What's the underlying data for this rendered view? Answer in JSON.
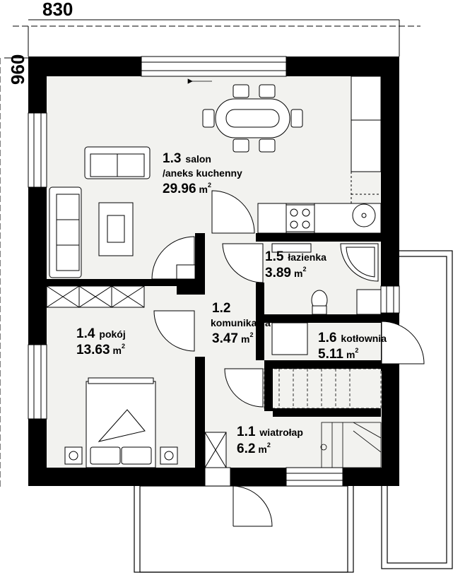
{
  "dimensions": {
    "width_label": "830",
    "height_label": "960"
  },
  "rooms": [
    {
      "id": "salon",
      "number": "1.3",
      "name": "salon",
      "name2": "/aneks kuchenny",
      "area": "29.96",
      "unit": "m",
      "exp": "2"
    },
    {
      "id": "lazienka",
      "number": "1.5",
      "name": "łazienka",
      "area": "3.89",
      "unit": "m",
      "exp": "2"
    },
    {
      "id": "komunikacja",
      "number": "1.2",
      "name": "komunikacja",
      "area": "3.47",
      "unit": "m",
      "exp": "2"
    },
    {
      "id": "pokoj",
      "number": "1.4",
      "name": "pokój",
      "area": "13.63",
      "unit": "m",
      "exp": "2"
    },
    {
      "id": "kotlownia",
      "number": "1.6",
      "name": "kotłownia",
      "area": "5.11",
      "unit": "m",
      "exp": "2"
    },
    {
      "id": "wiatrolap",
      "number": "1.1",
      "name": "wiatrołap",
      "area": "6.2",
      "unit": "m",
      "exp": "2"
    }
  ],
  "colors": {
    "floor": "#f2f2ef",
    "wall": "#000000",
    "line": "#000000"
  }
}
